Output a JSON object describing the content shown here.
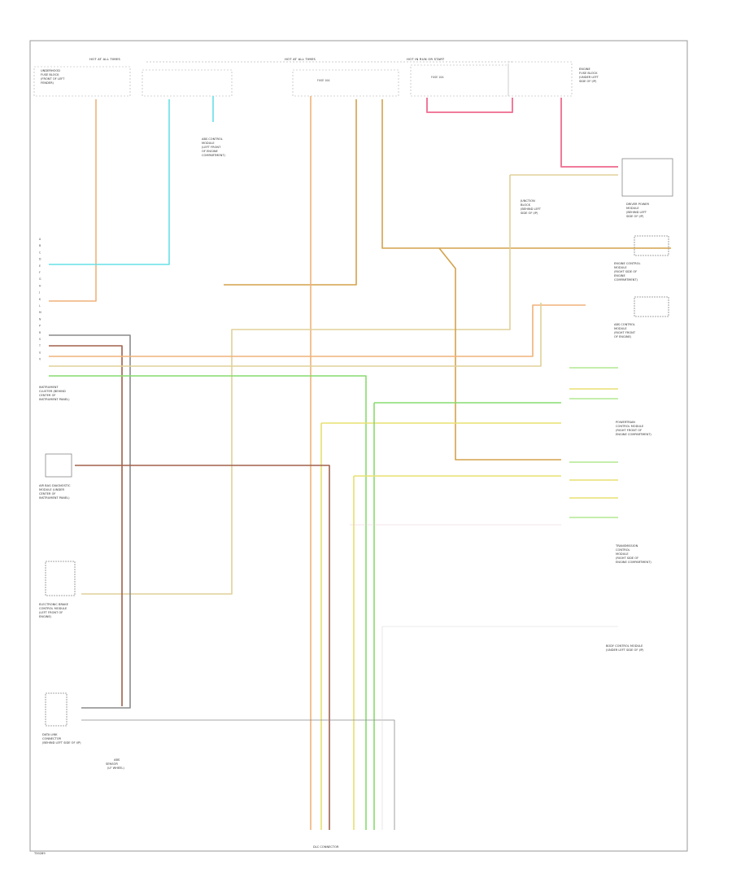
{
  "page": {
    "footer_code": "T00289",
    "bottom_caption": "DLC CONNECTOR"
  },
  "header": {
    "left_section": "HOT AT ALL TIMES",
    "center_section": "HOT AT ALL TIMES",
    "right_section": "HOT IN RUN OR START"
  },
  "fuses": [
    {
      "label": "FUSE 10A",
      "name": "fuse-center"
    },
    {
      "label": "FUSE 10A",
      "name": "fuse-right"
    }
  ],
  "components": [
    {
      "name": "fuse-block-left",
      "lines": [
        "UNDERHOOD",
        "FUSE BLOCK",
        "(FRONT OF LEFT",
        "FENDER)"
      ]
    },
    {
      "name": "abs-control-module",
      "lines": [
        "ABS CONTROL",
        "MODULE",
        "(LEFT FRONT",
        "OF ENGINE",
        "COMPARTMENT)"
      ]
    },
    {
      "name": "fuse-block-right",
      "lines": [
        "ENGINE",
        "FUSE BLOCK",
        "(UNDER LEFT",
        "SIDE OF I/P)"
      ]
    },
    {
      "name": "junction-block",
      "lines": [
        "JUNCTION",
        "BLOCK",
        "(BEHIND LEFT",
        "SIDE OF I/P)"
      ]
    },
    {
      "name": "driver-power-module",
      "lines": [
        "DRIVER POWER",
        "MODULE",
        "(BEHIND LEFT",
        "SIDE OF I/P)"
      ]
    },
    {
      "name": "engine-control-module",
      "lines": [
        "ENGINE CONTROL",
        "MODULE",
        "(RIGHT SIDE OF",
        "ENGINE",
        "COMPARTMENT)"
      ]
    },
    {
      "name": "abs-control-module-2",
      "lines": [
        "ABS CONTROL",
        "MODULE",
        "(RIGHT FRONT",
        "OF ENGINE)"
      ]
    },
    {
      "name": "instrument-cluster",
      "lines": [
        "INSTRUMENT",
        "CLUSTER (BEHIND",
        "CENTER OF",
        "INSTRUMENT PANEL)"
      ]
    },
    {
      "name": "air-bag-diagnostic",
      "lines": [
        "AIR BAG DIAGNOSTIC",
        "MODULE (UNDER",
        "CENTER OF",
        "INSTRUMENT PANEL)"
      ]
    },
    {
      "name": "electronic-brake-control",
      "lines": [
        "ELECTRONIC BRAKE",
        "CONTROL MODULE",
        "(LEFT FRONT OF",
        "ENGINE)"
      ]
    },
    {
      "name": "data-link-connector",
      "lines": [
        "DATA LINK",
        "CONNECTOR",
        "(BEHIND LEFT SIDE OF I/P)"
      ]
    },
    {
      "name": "powertrain-control-module",
      "lines": [
        "POWERTRAIN",
        "CONTROL MODULE",
        "(RIGHT FRONT OF",
        "ENGINE COMPARTMENT)"
      ]
    },
    {
      "name": "transmission-control-module",
      "lines": [
        "TRANSMISSION",
        "CONTROL",
        "MODULE",
        "(RIGHT SIDE OF",
        "ENGINE COMPARTMENT)"
      ]
    },
    {
      "name": "body-control-module",
      "lines": [
        "BODY CONTROL MODULE",
        "(UNDER LEFT SIDE OF I/P)"
      ]
    },
    {
      "name": "abs-sensor",
      "lines": [
        "ABS",
        "SENSOR",
        "(LF WHEEL)"
      ]
    }
  ],
  "pin_labels_left": [
    "A",
    "B",
    "C",
    "D",
    "E",
    "F",
    "G",
    "H",
    "J",
    "K",
    "L",
    "M",
    "N",
    "P",
    "R",
    "S",
    "T",
    "U",
    "V"
  ],
  "wire_colors": {
    "orange": "#f0b27a",
    "cyan": "#66e0e8",
    "tan": "#d4a24c",
    "yellow": "#e8e070",
    "green": "#86dc6e",
    "brown": "#a0604a",
    "pink": "#f07a9a",
    "gray": "#8a8a8a",
    "light_tan": "#e0d098",
    "lightgreen": "#b0e890"
  }
}
